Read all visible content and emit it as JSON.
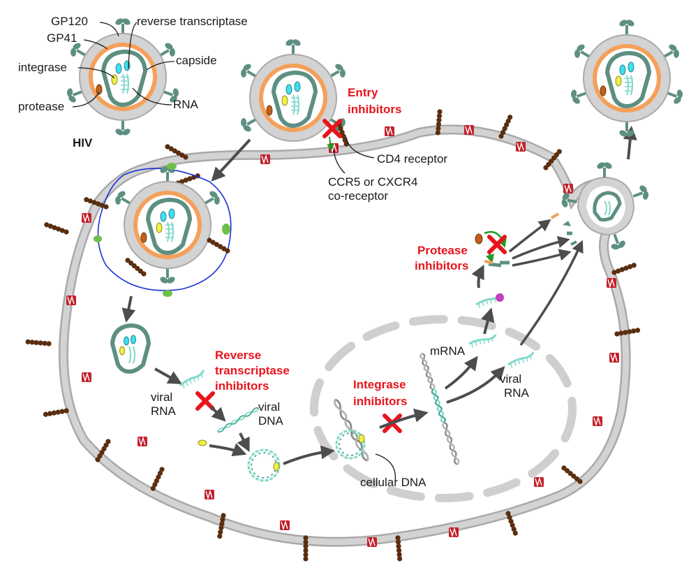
{
  "labels": {
    "gp120": "GP120",
    "gp41": "GP41",
    "reverse_transcriptase": "reverse transcriptase",
    "integrase": "integrase",
    "capside": "capside",
    "protease": "protease",
    "rna": "RNA",
    "hiv": "HIV",
    "cd4_receptor": "CD4 receptor",
    "co_receptor_line1": "CCR5 or CXCR4",
    "co_receptor_line2": "co-receptor",
    "viral_rna_1_line1": "viral",
    "viral_rna_1_line2": "RNA",
    "viral_dna_line1": "viral",
    "viral_dna_line2": "DNA",
    "mrna": "mRNA",
    "viral_rna_2_line1": "viral",
    "viral_rna_2_line2": "RNA",
    "cellular_dna": "cellular DNA"
  },
  "inhibitors": {
    "entry_line1": "Entry",
    "entry_line2": "inhibitors",
    "protease_line1": "Protease",
    "protease_line2": "inhibitors",
    "rt_line1": "Reverse",
    "rt_line2": "transcriptase",
    "rt_line3": "inhibitors",
    "integrase_line1": "Integrase",
    "integrase_line2": "inhibitors"
  },
  "colors": {
    "membrane": "#a9a9a9",
    "membrane_fill": "#d3d3d3",
    "capsid": "#5d8f82",
    "virion_orange": "#f5a05a",
    "teal": "#6ecfc0",
    "inhibitor_red": "#e8141c",
    "arrow": "#4d4d4d",
    "receptor": "#5a2e0e",
    "coreceptor": "#c2202a",
    "endosome_blue": "#1a2fd6",
    "attach_green": "#6cc04a"
  }
}
